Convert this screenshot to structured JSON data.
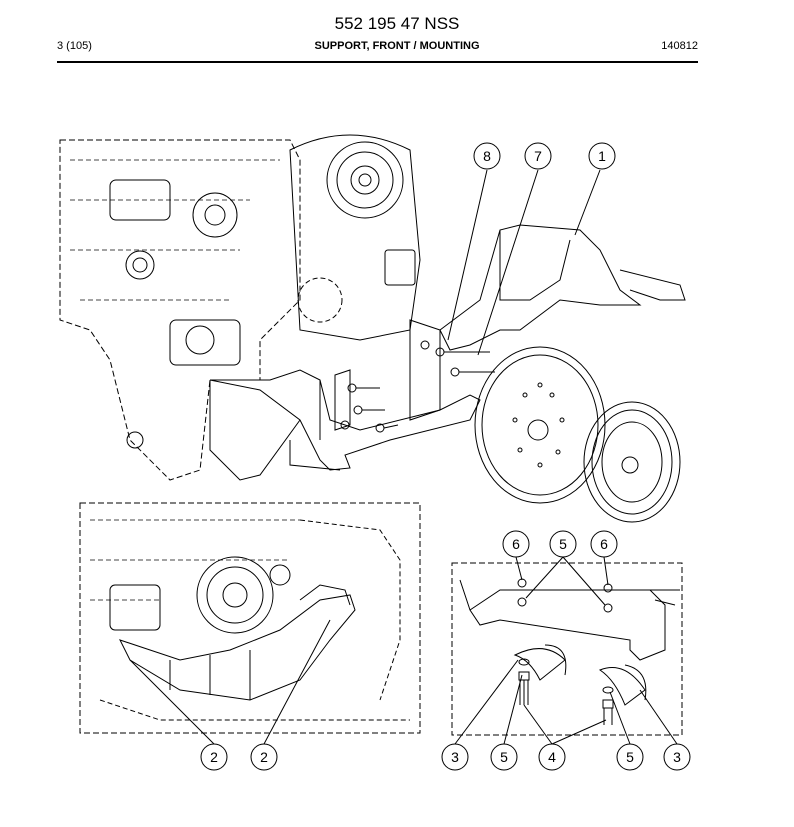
{
  "document": {
    "part_number": "552 195 47 NSS",
    "page": "3 (105)",
    "title": "SUPPORT, FRONT / MOUNTING",
    "date_code": "140812"
  },
  "callouts": {
    "main": [
      "8",
      "7",
      "1"
    ],
    "detail_left": [
      "2",
      "2"
    ],
    "detail_right_top": [
      "6",
      "5",
      "6"
    ],
    "detail_right_bottom": [
      "3",
      "5",
      "4",
      "5",
      "3"
    ]
  }
}
